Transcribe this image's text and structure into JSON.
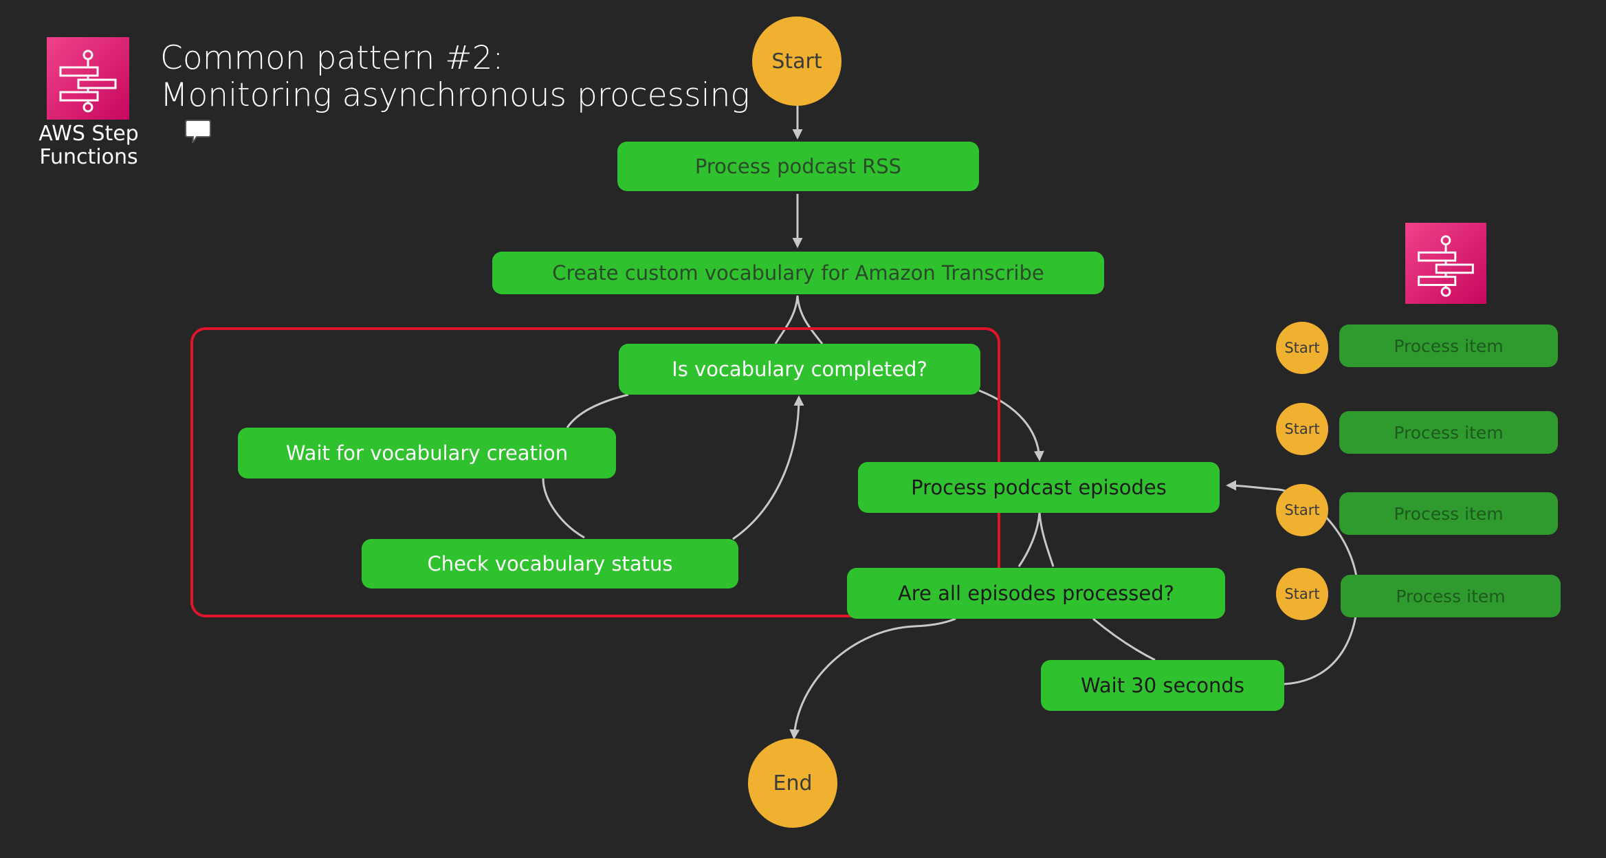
{
  "logo": {
    "line1": "AWS Step",
    "line2": "Functions",
    "icon": "step-functions-icon",
    "color": "#e7157b"
  },
  "title": {
    "line1": "Common pattern #2:",
    "line2": "Monitoring asynchronous processing"
  },
  "states": {
    "start": "Start",
    "process_rss": "Process podcast RSS",
    "create_vocab": "Create custom vocabulary for Amazon Transcribe",
    "is_vocab_completed": "Is vocabulary completed?",
    "wait_vocab": "Wait for vocabulary creation",
    "check_vocab": "Check vocabulary status",
    "process_episodes": "Process podcast episodes",
    "all_processed": "Are all episodes processed?",
    "wait_30": "Wait 30 seconds",
    "end": "End"
  },
  "parallel": [
    {
      "start": "Start",
      "label": "Process item"
    },
    {
      "start": "Start",
      "label": "Process item"
    },
    {
      "start": "Start",
      "label": "Process item"
    },
    {
      "start": "Start",
      "label": "Process item"
    }
  ],
  "colors": {
    "state": "#2fc22e",
    "circle": "#f0b030",
    "highlight": "#e0142b",
    "background": "#262626"
  }
}
